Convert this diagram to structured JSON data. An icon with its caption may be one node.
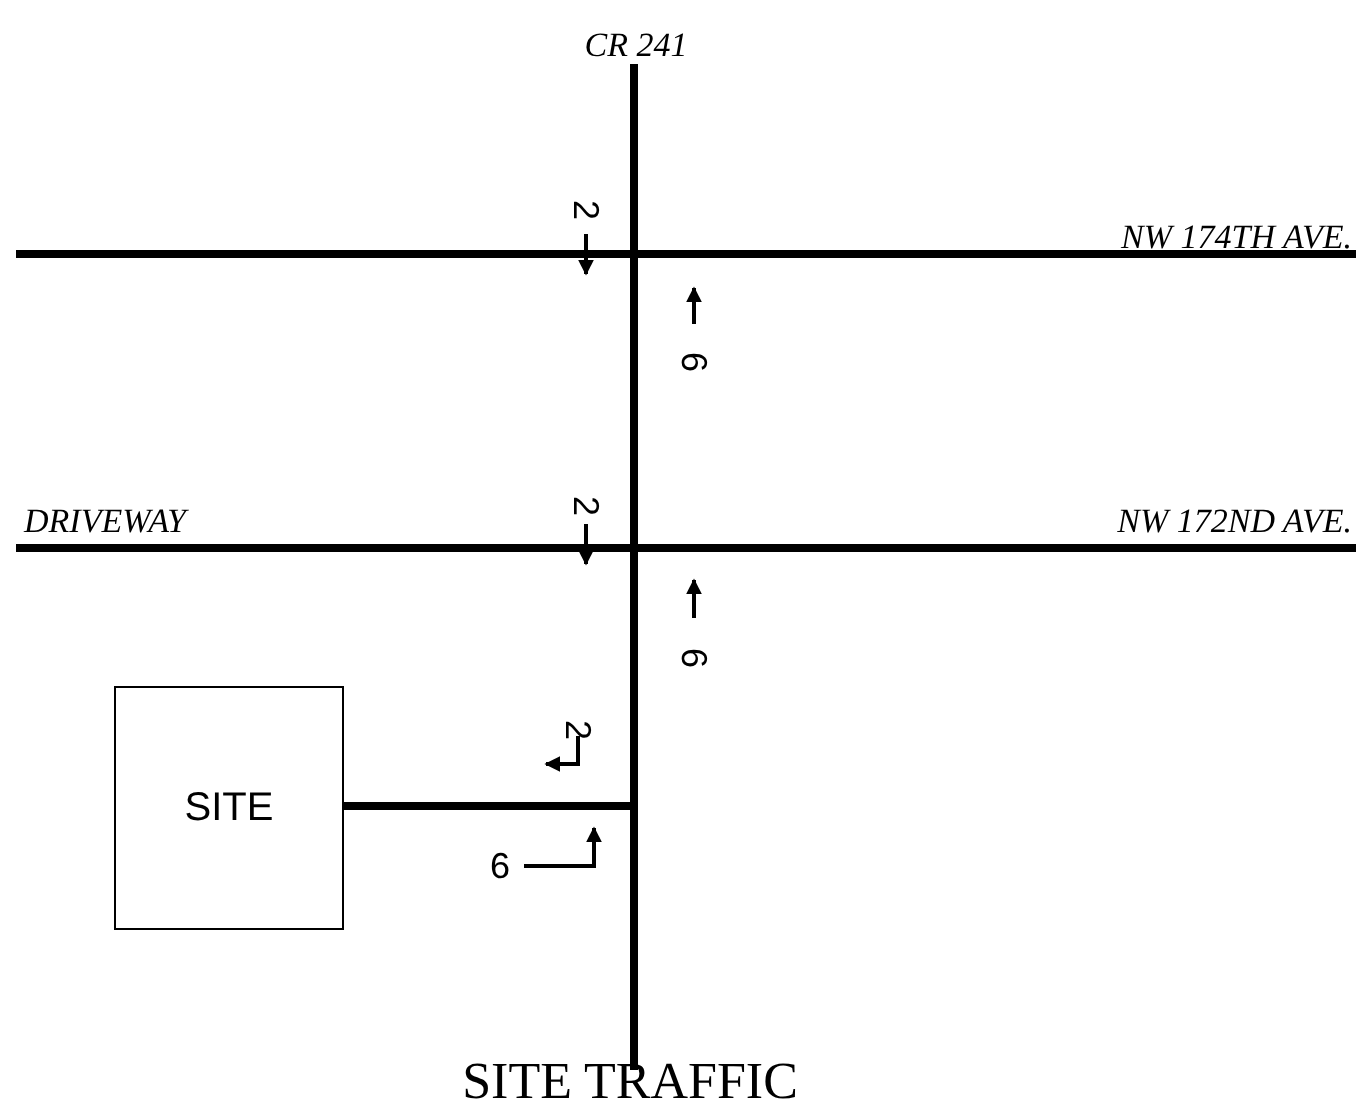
{
  "diagram": {
    "caption": "SITE TRAFFIC",
    "nodes": [
      {
        "text": [
          "SITE"
        ]
      }
    ],
    "labels": [
      "CR 241",
      "2",
      "NW 174TH AVE.",
      "6",
      "2",
      "DRIVEWAY",
      "NW 172ND AVE.",
      "6",
      "2",
      "6"
    ]
  }
}
